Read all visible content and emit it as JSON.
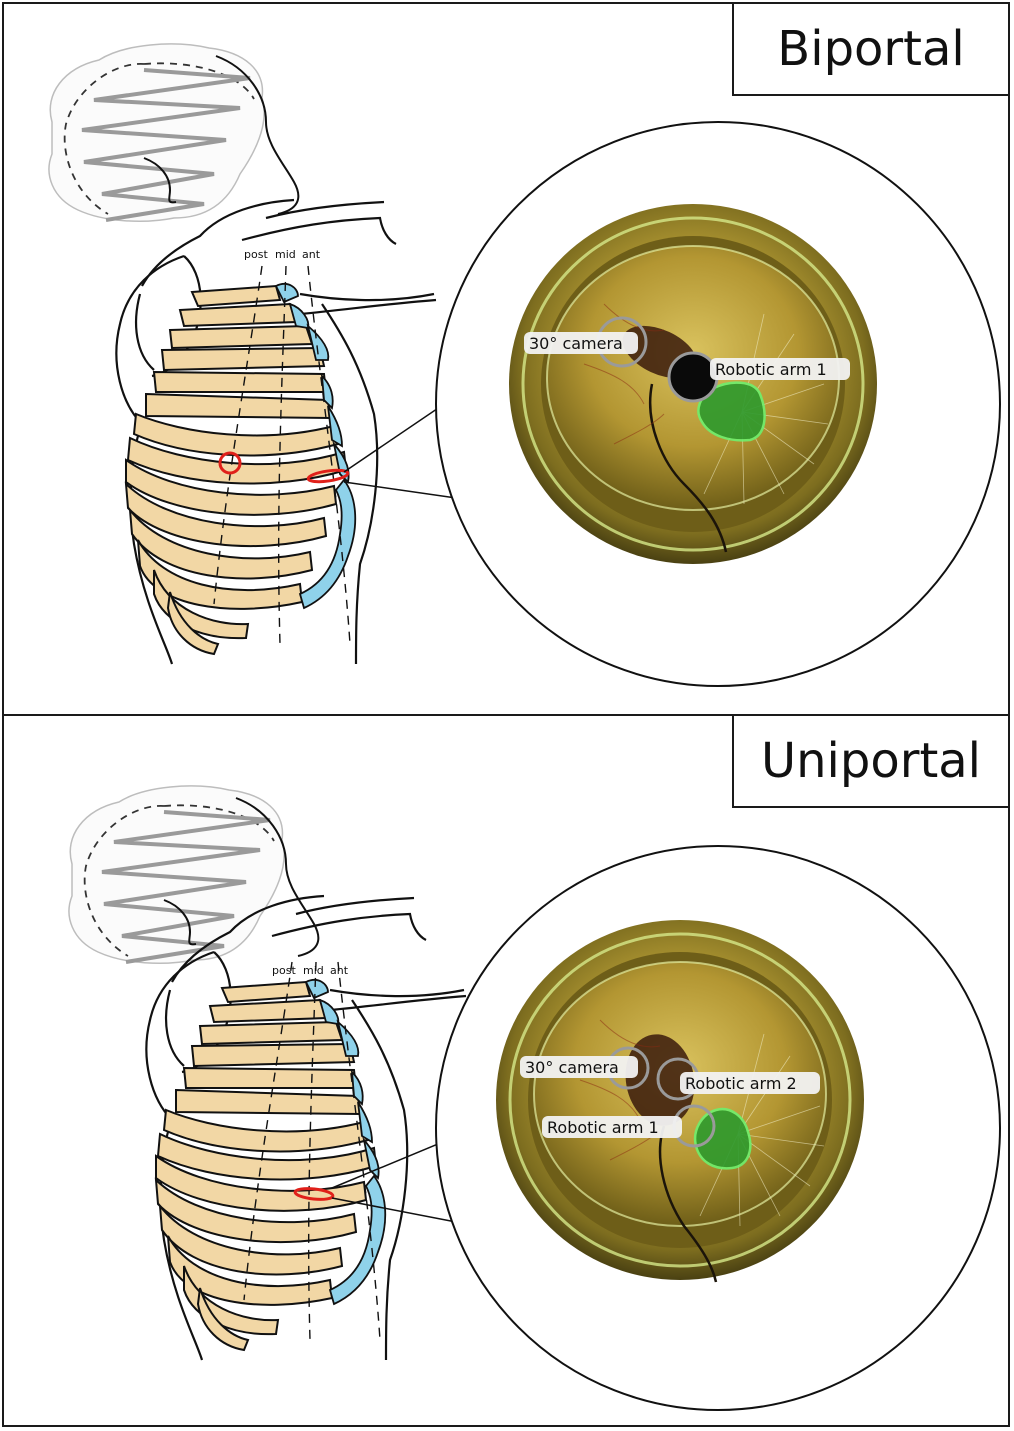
{
  "panels": [
    {
      "title": "Biportal",
      "line_labels": {
        "post": "post",
        "mid": "mid",
        "ant": "ant"
      },
      "port_labels": {
        "camera": "30° camera",
        "arm1": "Robotic arm 1"
      }
    },
    {
      "title": "Uniportal",
      "line_labels": {
        "post": "post",
        "mid": "mid",
        "ant": "ant"
      },
      "port_labels": {
        "camera": "30° camera",
        "arm2": "Robotic arm 2",
        "arm1": "Robotic arm 1"
      }
    }
  ],
  "colors": {
    "rib": "#f2d7a5",
    "cartilage": "#8fd2ea",
    "incision": "#e0201a",
    "lesion": "#2d9a2d",
    "scope_rim": "#c8b96a"
  }
}
